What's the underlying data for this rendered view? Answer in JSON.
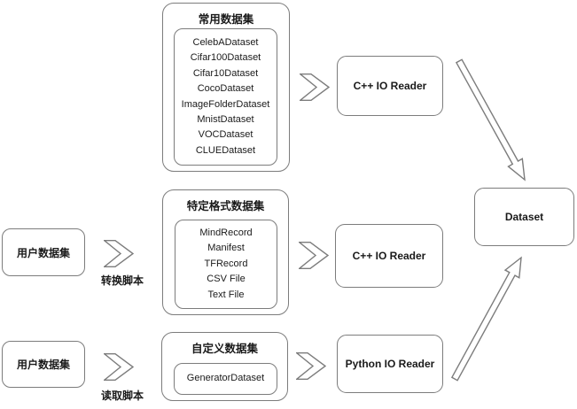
{
  "colors": {
    "background": "#ffffff",
    "border_stroke": "#7c7c7c",
    "text": "#1a1a1a"
  },
  "left_column": {
    "user_dataset_mid_label": "用户数据集",
    "user_dataset_bottom_label": "用户数据集",
    "convert_script_label": "转换脚本",
    "read_script_label": "读取脚本"
  },
  "dataset_groups": {
    "common": {
      "title": "常用数据集",
      "items": [
        "CelebADataset",
        "Cifar100Dataset",
        "Cifar10Dataset",
        "CocoDataset",
        "ImageFolderDataset",
        "MnistDataset",
        "VOCDataset",
        "CLUEDataset"
      ]
    },
    "specific_format": {
      "title": "特定格式数据集",
      "items": [
        "MindRecord",
        "Manifest",
        "TFRecord",
        "CSV File",
        "Text File"
      ]
    },
    "custom": {
      "title": "自定义数据集",
      "items": [
        "GeneratorDataset"
      ]
    }
  },
  "readers": {
    "cpp_reader_top_label": "C++ IO Reader",
    "cpp_reader_mid_label": "C++ IO Reader",
    "python_reader_label": "Python IO Reader"
  },
  "output": {
    "dataset_label": "Dataset"
  }
}
